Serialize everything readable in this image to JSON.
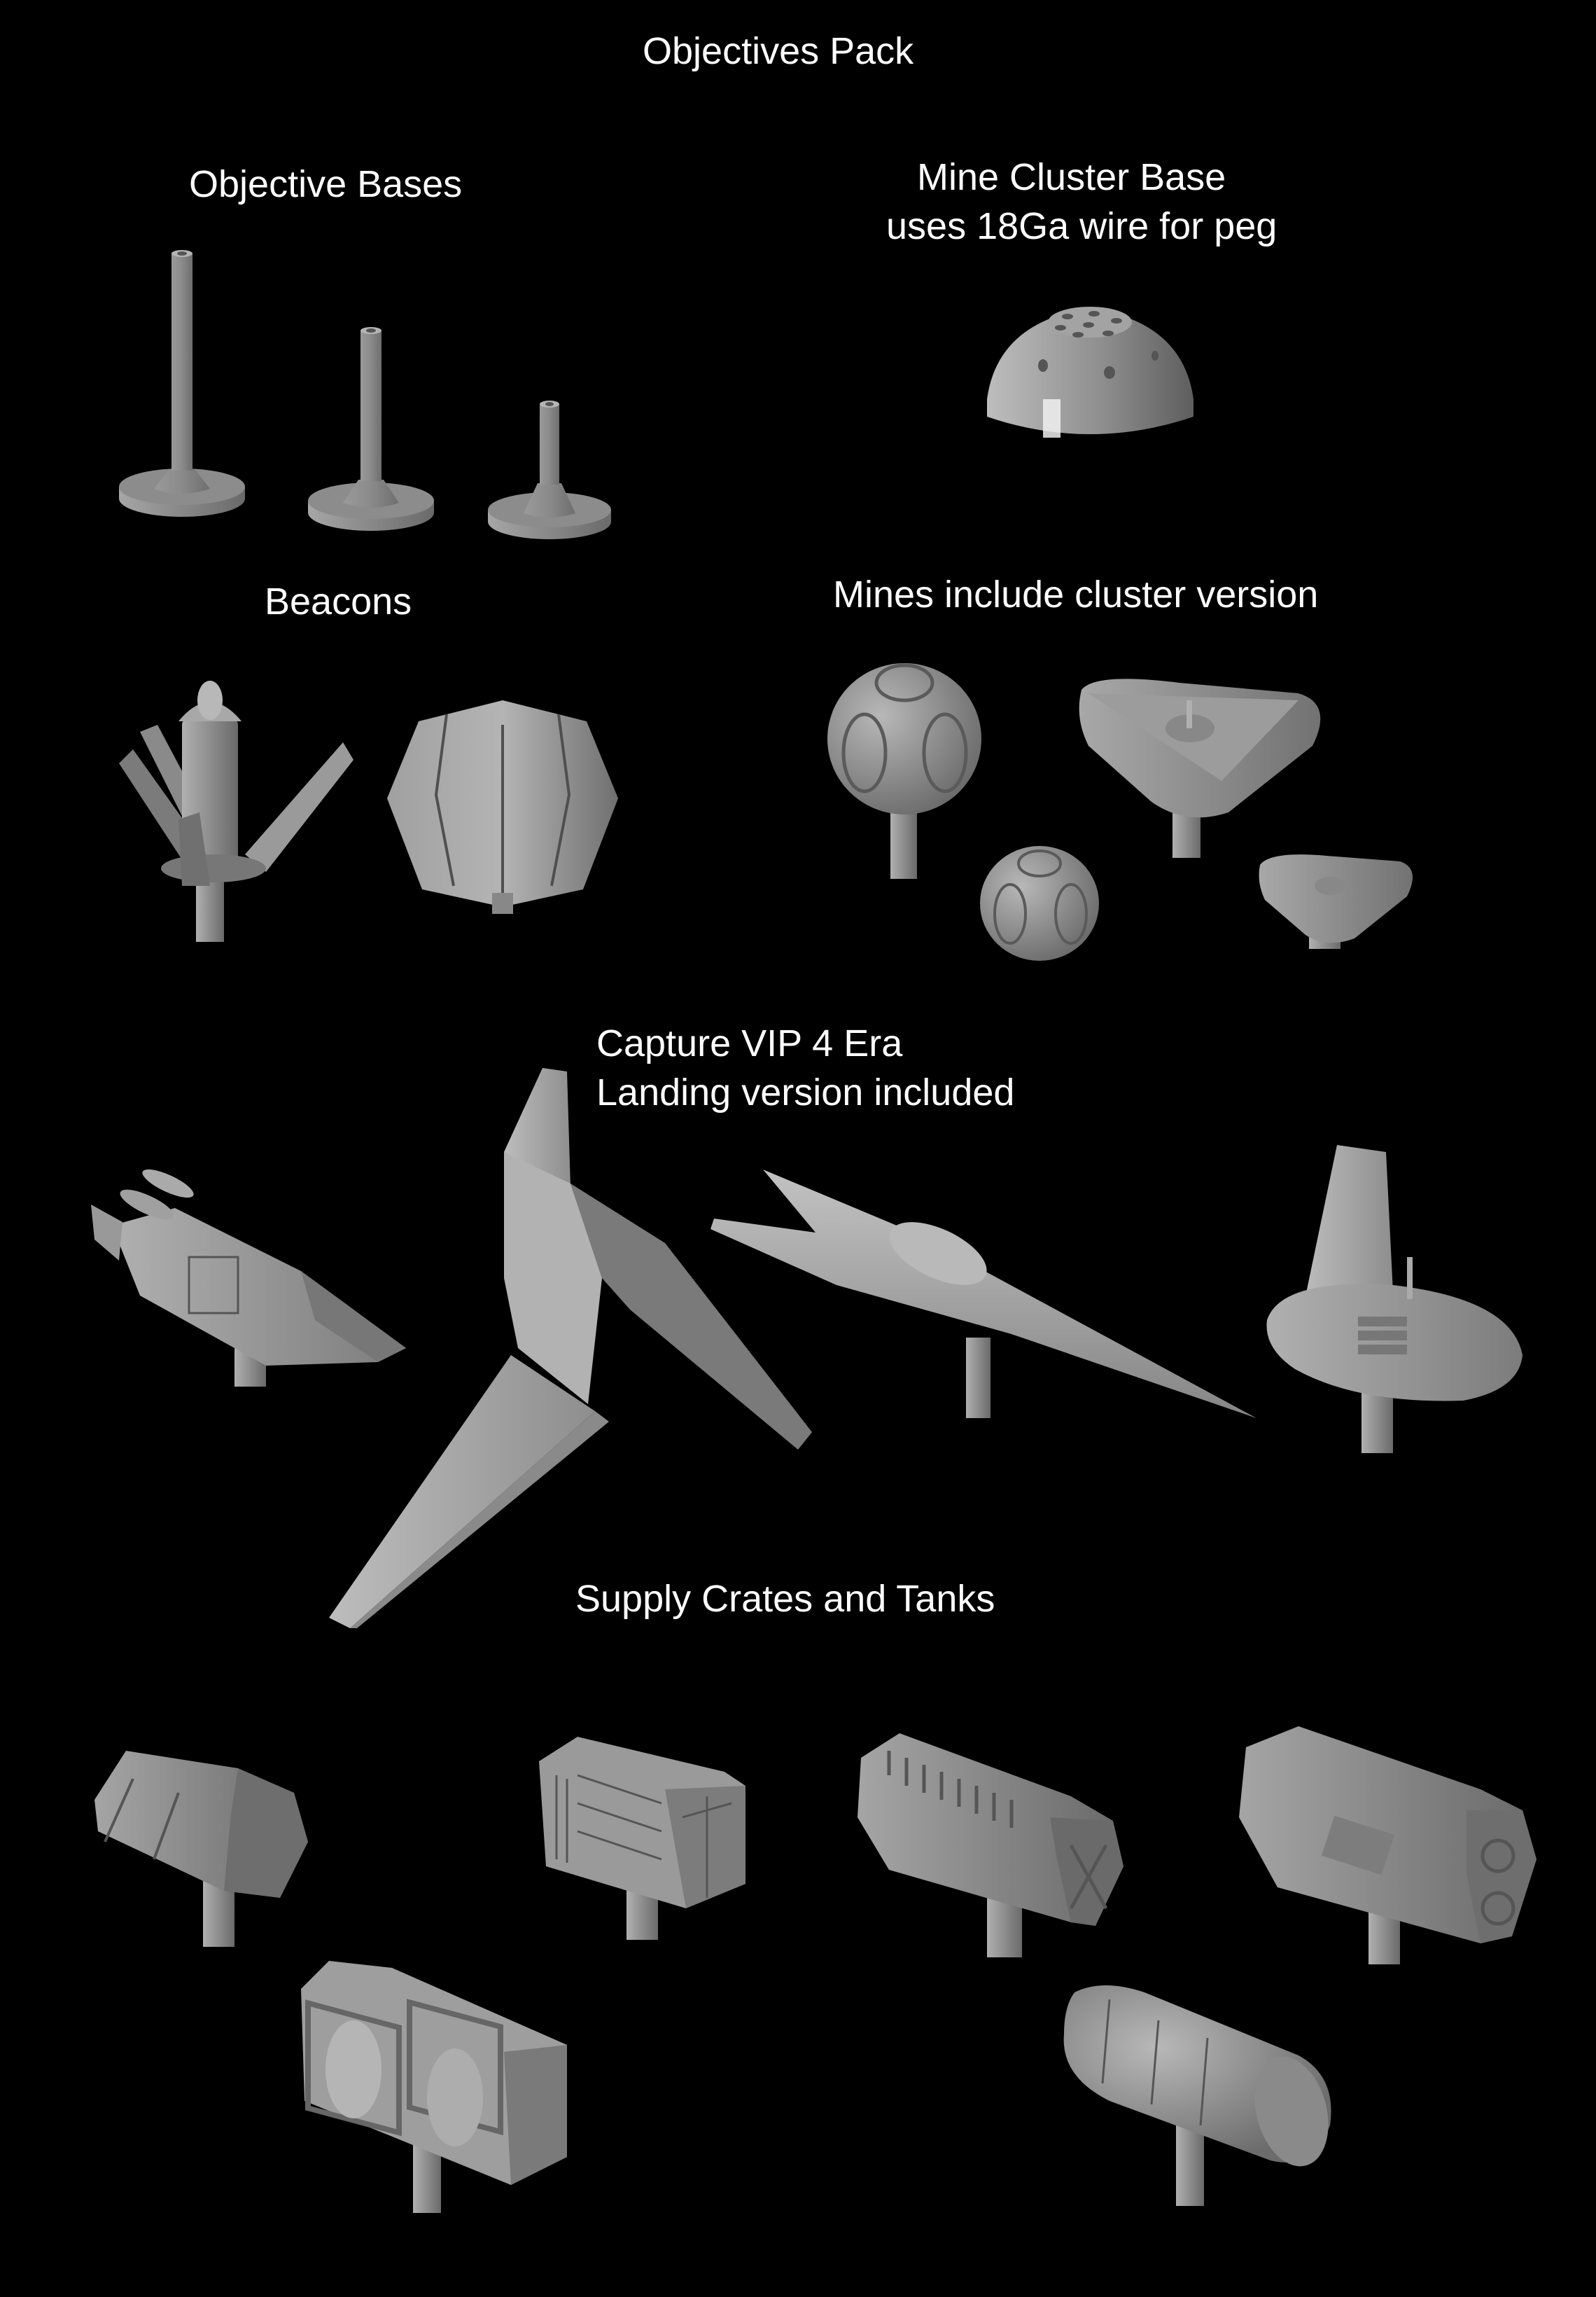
{
  "page": {
    "title": "Objectives Pack",
    "background_color": "#000000",
    "text_color": "#ffffff",
    "model_color": "#a0a0a0"
  },
  "sections": {
    "objective_bases": {
      "label": "Objective Bases",
      "items": [
        "objective-base-tall",
        "objective-base-medium",
        "objective-base-short"
      ]
    },
    "mine_cluster_base": {
      "label_line1": "Mine Cluster Base",
      "label_line2": "uses 18Ga wire for peg",
      "items": [
        "mine-cluster-dome"
      ]
    },
    "beacons": {
      "label": "Beacons",
      "items": [
        "beacon-open-petals",
        "beacon-closed-pod"
      ]
    },
    "mines": {
      "label": "Mines include cluster version",
      "items": [
        "spherical-mine-large",
        "triangular-mine-large",
        "spherical-mine-small",
        "triangular-mine-small"
      ]
    },
    "capture_vip": {
      "label_line1": "Capture VIP 4 Era",
      "label_line2": "Landing version included",
      "items": [
        "shuttle-boxy",
        "shuttle-lambda-flight",
        "shuttle-needle-nose",
        "shuttle-lambda-landed"
      ]
    },
    "supply": {
      "label": "Supply Crates and Tanks",
      "items": [
        "crate-hex",
        "crate-box",
        "tank-octagonal-small",
        "tank-octagonal-large",
        "crate-frame-tanks",
        "tank-cylinder"
      ]
    }
  }
}
